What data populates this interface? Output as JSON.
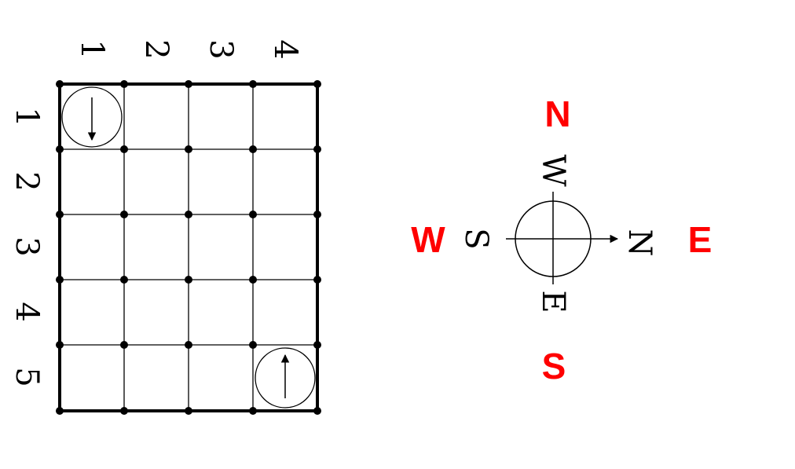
{
  "grid": {
    "column_labels": [
      "1",
      "2",
      "3",
      "4"
    ],
    "row_labels": [
      "1",
      "2",
      "3",
      "4",
      "5"
    ],
    "markers": [
      {
        "row": 1,
        "col": 1,
        "arrow": "down"
      },
      {
        "row": 5,
        "col": 4,
        "arrow": "up"
      }
    ]
  },
  "compass": {
    "rotated_labels": {
      "top": "W",
      "left": "S",
      "right": "N",
      "bottom": "E"
    },
    "red_labels": {
      "top": "N",
      "left": "W",
      "right": "E",
      "bottom": "S"
    },
    "red_color": "#ff0000"
  }
}
